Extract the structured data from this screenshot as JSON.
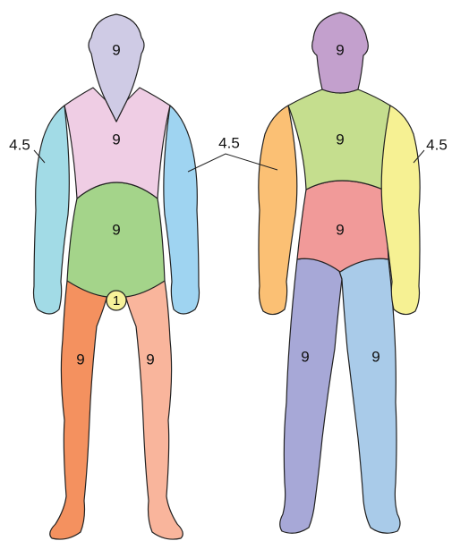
{
  "colors": {
    "front_head": "#cfcbe5",
    "front_chest": "#efcde4",
    "front_abdomen": "#a4d48a",
    "front_arm_left": "#a2dbe6",
    "front_arm_right": "#9fd4f1",
    "front_leg_left": "#f4915f",
    "front_leg_right": "#f9b59c",
    "front_groin": "#f7f29a",
    "back_head": "#c3a0cd",
    "back_upper": "#c5de8e",
    "back_lower": "#f19a99",
    "back_arm_left": "#fbc074",
    "back_arm_right": "#f6f193",
    "back_leg_left": "#a7a8d7",
    "back_leg_right": "#a9cbe9",
    "outline": "#222222"
  },
  "labels": {
    "front": {
      "head": "9",
      "chest": "9",
      "abdomen": "9",
      "groin": "1",
      "leg_left": "9",
      "leg_right": "9",
      "arm_left": "4.5",
      "arm_right": "4.5"
    },
    "back": {
      "head": "9",
      "upper": "9",
      "lower": "9",
      "leg_left": "9",
      "leg_right": "9",
      "arm_right": "4.5"
    }
  }
}
